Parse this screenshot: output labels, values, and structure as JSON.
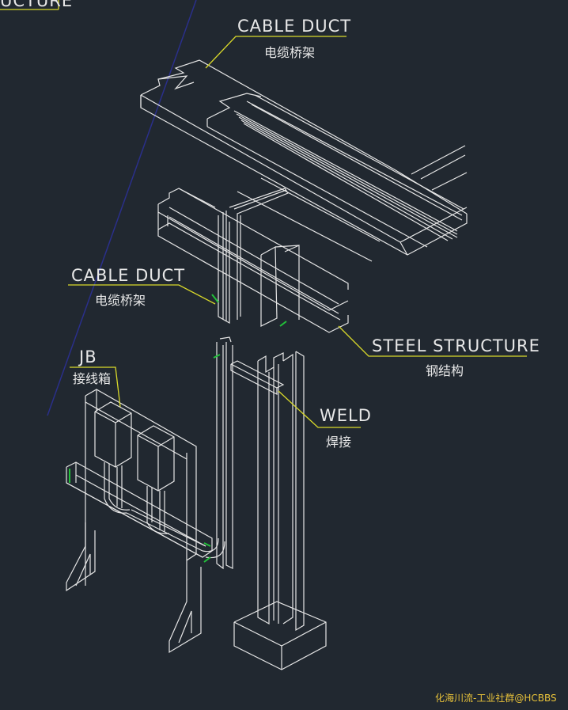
{
  "drawing": {
    "background": "#212830",
    "line_color": "#e6e6e6",
    "leader_color": "#d9d92a",
    "diagonal_color": "#2a2f8a",
    "weld_mark_color": "#22c23a"
  },
  "labels": {
    "top_partial": "UCTURE",
    "cable_duct_top_en": "CABLE  DUCT",
    "cable_duct_top_cn": "电缆桥架",
    "cable_duct_mid_en": "CABLE DUCT",
    "cable_duct_mid_cn": "电缆桥架",
    "steel_structure_en": "STEEL  STRUCTURE",
    "steel_structure_cn": "钢结构",
    "jb_en": "JB",
    "jb_cn": "接线箱",
    "weld_en": "WELD",
    "weld_cn": "焊接"
  },
  "watermark": "化海川流-工业社群@HCBBS"
}
